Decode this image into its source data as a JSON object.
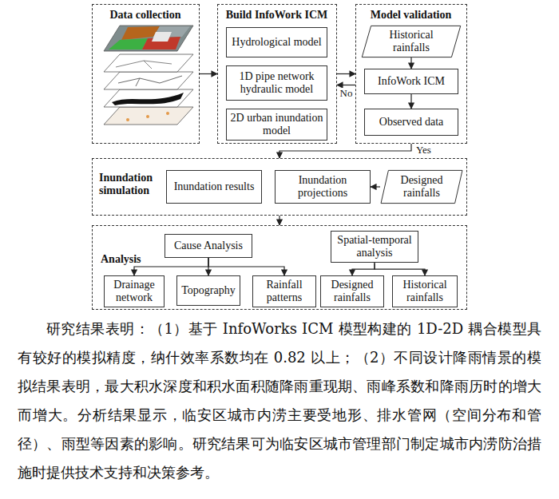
{
  "diagram": {
    "nodes": [
      {
        "text": [
          "Data collection"
        ]
      },
      {
        "text": [
          "Build InfoWork ICM"
        ]
      },
      {
        "text": [
          "Hydrological model"
        ],
        "in": 1
      },
      {
        "text": [
          "1D pipe network hydraulic model"
        ],
        "in": 1
      },
      {
        "text": [
          "2D urban inundation model"
        ],
        "in": 1
      },
      {
        "text": [
          "Model validation"
        ]
      },
      {
        "text": [
          "Historical rainfalls"
        ],
        "in": 5
      },
      {
        "text": [
          "InfoWork ICM"
        ],
        "in": 5
      },
      {
        "text": [
          "Observed data"
        ],
        "in": 5
      },
      {
        "text": [
          "Inundation simulation"
        ]
      },
      {
        "text": [
          "Inundation results"
        ],
        "in": 9
      },
      {
        "text": [
          "Inundation projections"
        ],
        "in": 9
      },
      {
        "text": [
          "Designed rainfalls"
        ],
        "in": 9
      },
      {
        "text": [
          "Analysis"
        ]
      },
      {
        "text": [
          "Cause Analysis"
        ],
        "in": 13
      },
      {
        "text": [
          "Drainage network"
        ],
        "in": 13
      },
      {
        "text": [
          "Topography"
        ],
        "in": 13
      },
      {
        "text": [
          "Rainfall patterns"
        ],
        "in": 13
      },
      {
        "text": [
          "Spatial-temporal analysis"
        ],
        "in": 13
      },
      {
        "text": [
          "Designed rainfalls"
        ],
        "in": 13
      },
      {
        "text": [
          "Historical rainfalls"
        ],
        "in": 13
      }
    ],
    "edges": [
      {
        "from": 0,
        "to": 1,
        "arrow": "to"
      },
      {
        "from": 1,
        "to": 5,
        "arrow": "to"
      },
      {
        "from": 5,
        "to": 1,
        "label": "No",
        "arrow": "to"
      },
      {
        "from": 6,
        "to": 7,
        "arrow": "to"
      },
      {
        "from": 7,
        "to": 8,
        "arrow": "to"
      },
      {
        "from": 5,
        "to": 9,
        "label": "Yes",
        "arrow": "to"
      },
      {
        "from": 12,
        "to": 11,
        "arrow": "to"
      },
      {
        "from": 9,
        "to": 13,
        "arrow": "to"
      },
      {
        "from": 14,
        "to": 15,
        "arrow": "to"
      },
      {
        "from": 14,
        "to": 16,
        "arrow": "to"
      },
      {
        "from": 14,
        "to": 17,
        "arrow": "to"
      },
      {
        "from": 18,
        "to": 19,
        "arrow": "to"
      },
      {
        "from": 18,
        "to": 20,
        "arrow": "to"
      }
    ],
    "labels": [
      "研究结果表明：（1）基于 InfoWorks ICM 模型构建的 1D-2D 耦合模型具有较好的模拟精度，纳什效率系数均在 0.82 以上；（2）不同设计降雨情景的模拟结果表明，最大积水深度和积水面积随降雨重现期、雨峰系数和降雨历时的增大而增大。分析结果显示，临安区城市内涝主要受地形、排水管网（空间分布和管径）、雨型等因素的影响。研究结果可为临安区城市管理部门制定城市内涝防治措施时提供技术支持和决策参考。"
    ]
  }
}
